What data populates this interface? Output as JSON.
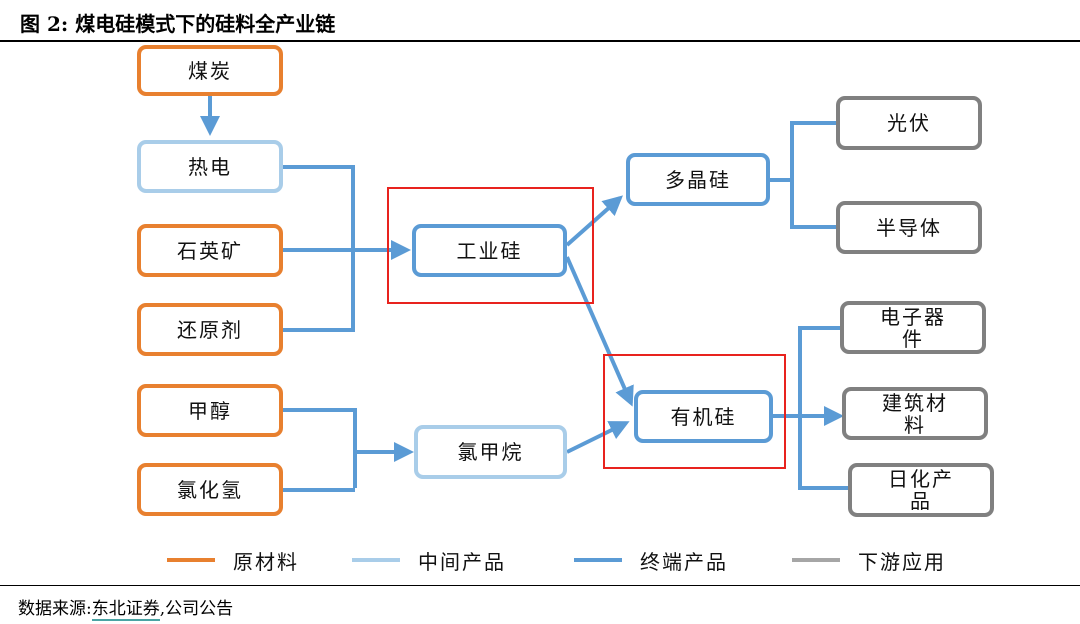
{
  "figure": {
    "title": "图 2: 煤电硅模式下的硅料全产业链",
    "source_prefix": "数据来源:",
    "source_main": "东北证券",
    "source_suffix": ",公司公告"
  },
  "colors": {
    "raw_material": "#e8802f",
    "intermediate": "#a9cde9",
    "final_product": "#5b9bd5",
    "downstream": "#808080",
    "highlight": "#e8231e",
    "arrow": "#5b9bd5"
  },
  "nodes": {
    "coal": "煤炭",
    "thermal_power": "热电",
    "quartz": "石英矿",
    "reductant": "还原剂",
    "methanol": "甲醇",
    "hydrogen_chloride": "氯化氢",
    "chloromethane": "氯甲烷",
    "industrial_silicon": "工业硅",
    "polysilicon": "多晶硅",
    "organosilicon": "有机硅",
    "photovoltaic": "光伏",
    "semiconductor": "半导体",
    "electronics": "电子器件",
    "building_materials": "建筑材料",
    "daily_chemicals": "日化产品"
  },
  "legend": {
    "raw_material": "原材料",
    "intermediate": "中间产品",
    "final_product": "终端产品",
    "downstream": "下游应用"
  }
}
